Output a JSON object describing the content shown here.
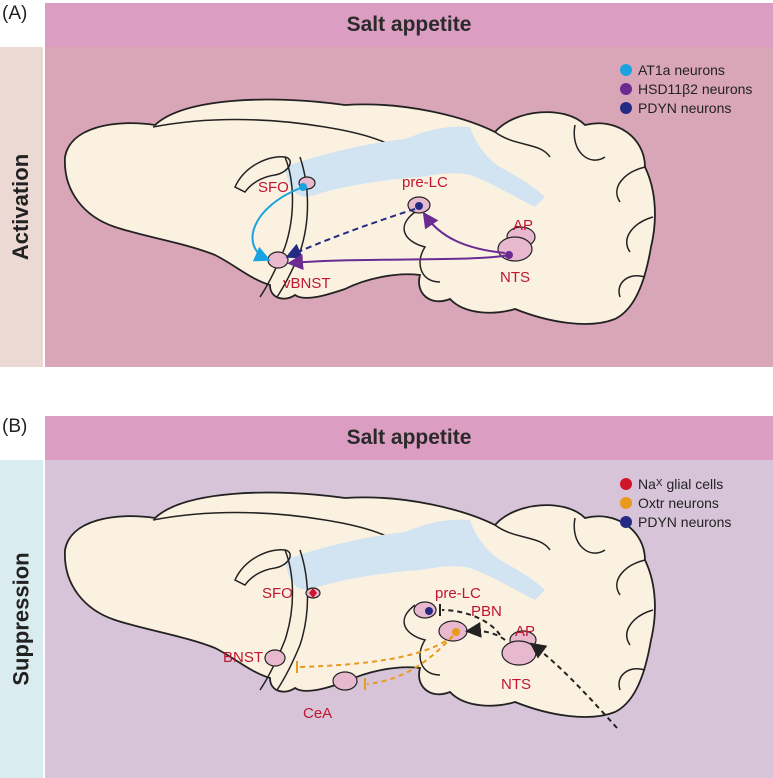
{
  "panel_a": {
    "letter": "(A)",
    "header": "Salt appetite",
    "side_label": "Activation",
    "legend": [
      {
        "label": "AT1a neurons",
        "color": "#1aa3e0"
      },
      {
        "label": "HSD11β2 neurons",
        "color": "#6a2c91"
      },
      {
        "label": "PDYN neurons",
        "color": "#232c82"
      }
    ],
    "regions": {
      "sfo": "SFO",
      "vbnst": "vBNST",
      "prelc": "pre-LC",
      "ap": "AP",
      "nts": "NTS"
    }
  },
  "panel_b": {
    "letter": "(B)",
    "header": "Salt appetite",
    "side_label": "Suppression",
    "legend": [
      {
        "label_main": "Na",
        "label_sub": "X",
        "label_rest": " glial cells",
        "color": "#d0142a"
      },
      {
        "label": "Oxtr neurons",
        "color": "#e89a1c"
      },
      {
        "label": "PDYN neurons",
        "color": "#232c82"
      }
    ],
    "regions": {
      "sfo": "SFO",
      "bnst": "BNST",
      "prelc": "pre-LC",
      "pbn": "PBN",
      "ap": "AP",
      "nts": "NTS",
      "cea": "CeA"
    }
  },
  "colors": {
    "header": "#dc9dc3",
    "activation_bg": "#d9a6b8",
    "activation_side": "#ecd9d3",
    "suppression_bg": "#d8c4d8",
    "suppression_side": "#dbecf1",
    "brain_fill": "#fbf1e1",
    "ventricle": "#d2e4f2",
    "nucleus": "#e8b8cf",
    "label_red": "#c0152f"
  }
}
